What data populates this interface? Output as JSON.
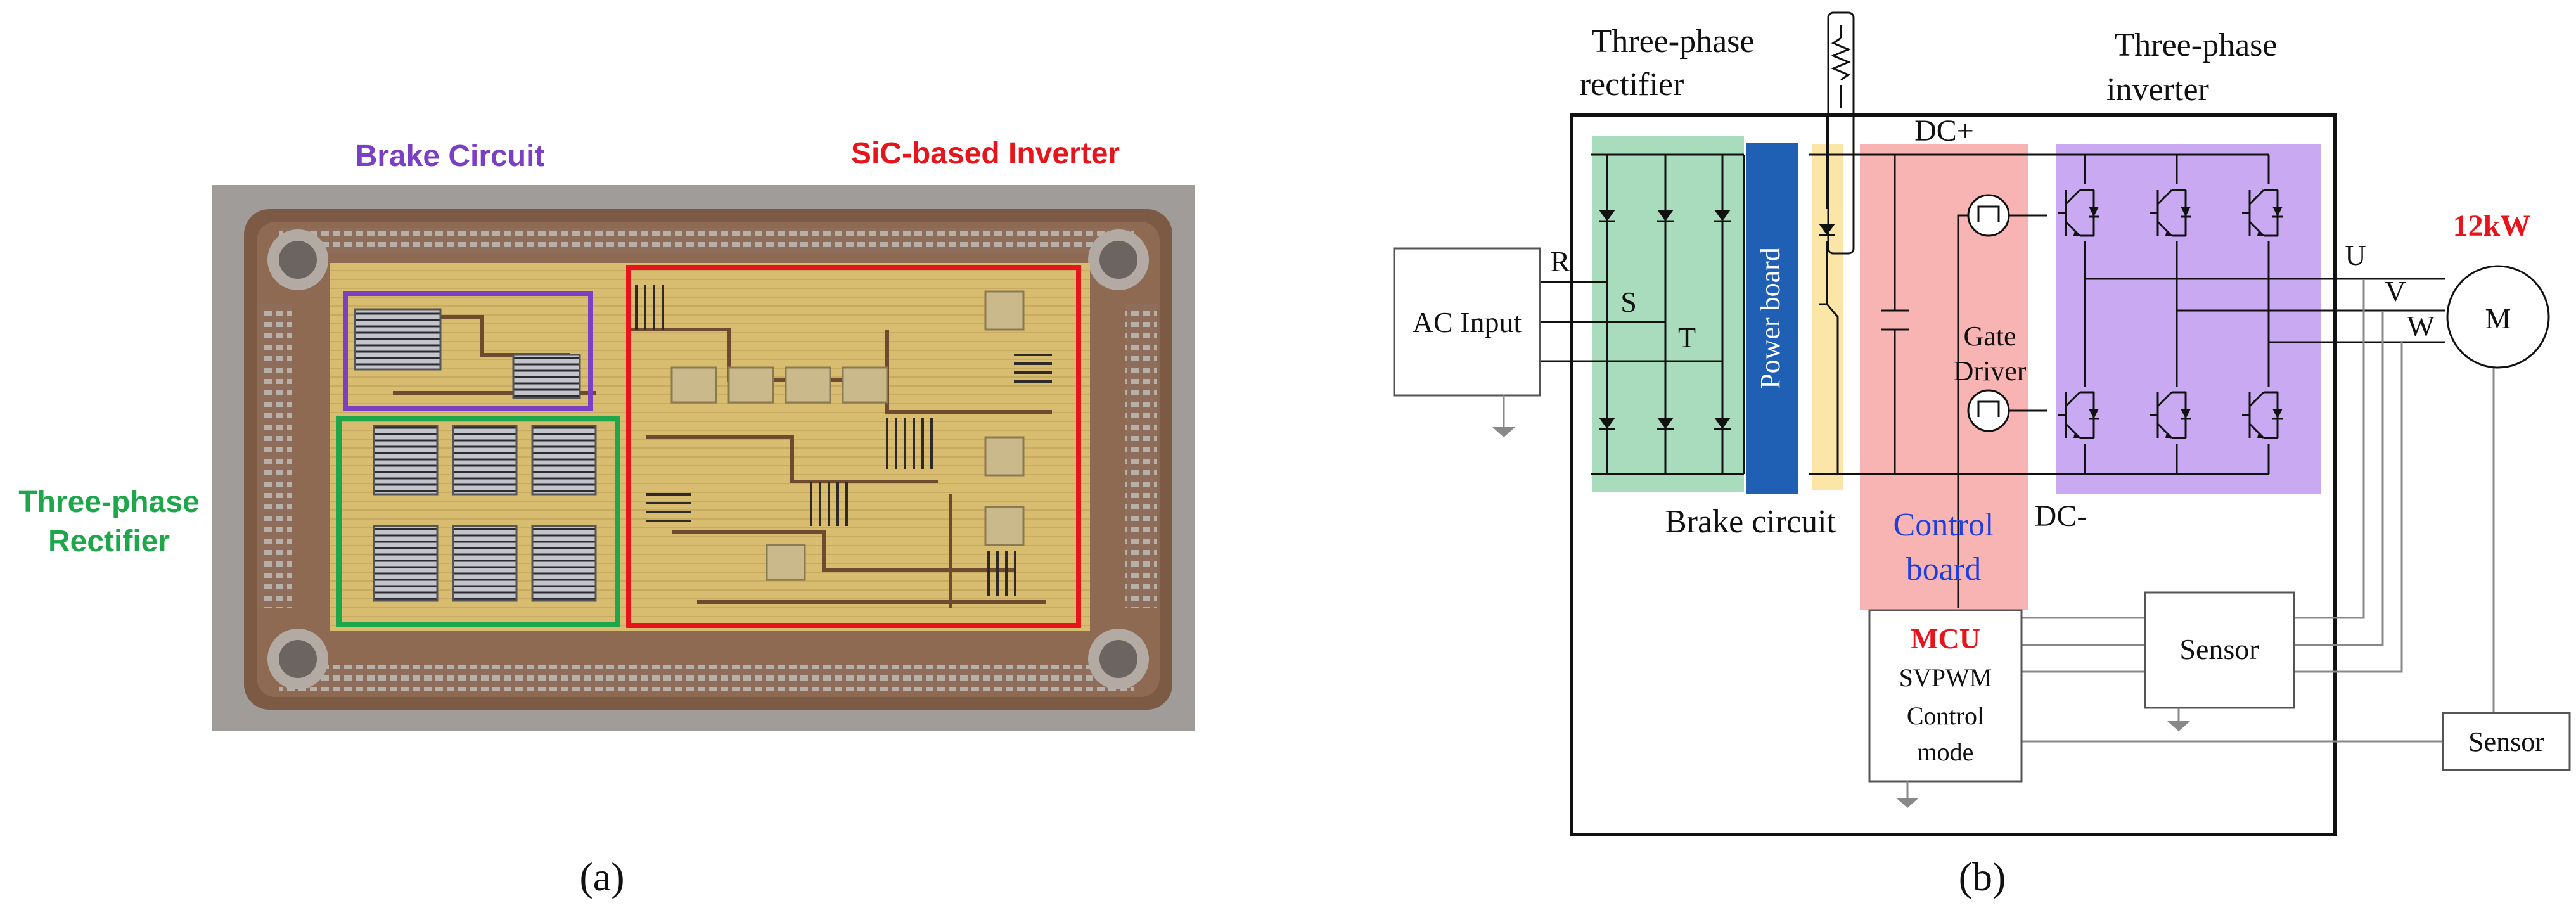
{
  "panel_a": {
    "caption": "(a)",
    "labels": {
      "brake_circuit": "Brake Circuit",
      "sic_inverter": "SiC-based Inverter",
      "rectifier_line1": "Three-phase",
      "rectifier_line2": "Rectifier"
    },
    "colors": {
      "brake": "#7b3fc4",
      "inverter": "#e8141b",
      "rectifier": "#1ea64a"
    }
  },
  "panel_b": {
    "caption": "(b)",
    "labels": {
      "rectifier_title_1": "Three-phase",
      "rectifier_title_2": "rectifier",
      "inverter_title_1": "Three-phase",
      "inverter_title_2": "inverter",
      "dc_plus": "DC+",
      "dc_minus": "DC-",
      "ac_input": "AC Input",
      "phase_r": "R",
      "phase_s": "S",
      "phase_t": "T",
      "power_board": "Power board",
      "gate_driver_1": "Gate",
      "gate_driver_2": "Driver",
      "brake_circuit": "Brake circuit",
      "control_board_1": "Control",
      "control_board_2": "board",
      "mcu": "MCU",
      "svpwm": "SVPWM",
      "control_mode_1": "Control",
      "control_mode_2": "mode",
      "sensor_1": "Sensor",
      "sensor_2": "Sensor",
      "power_rating": "12kW",
      "motor": "M",
      "out_u": "U",
      "out_v": "V",
      "out_w": "W"
    },
    "colors": {
      "rectifier_fill": "#a8dcbc",
      "power_board_fill": "#1f5fb4",
      "brake_fill": "#fbe6a8",
      "control_fill": "#f7b4b2",
      "inverter_fill": "#c9a9f2",
      "accent_red": "#e8141b",
      "control_text": "#1d3fe0"
    }
  }
}
